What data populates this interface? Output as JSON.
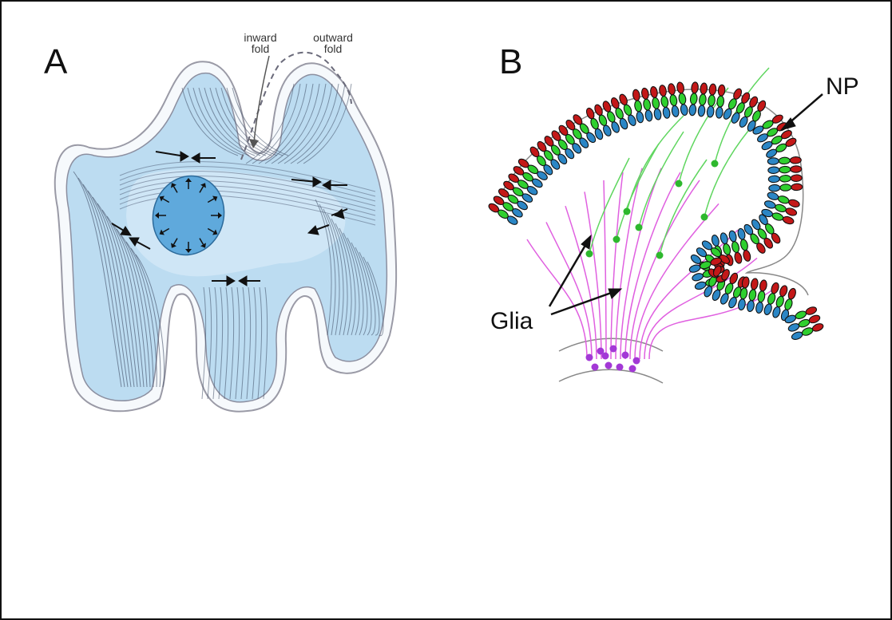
{
  "panel_a": {
    "letter": "A",
    "inward_fold_label": [
      "inward",
      "fold"
    ],
    "outward_fold_label": [
      "outward",
      "fold"
    ]
  },
  "panel_b": {
    "letter": "B",
    "np_label": "NP",
    "glia_label": "Glia"
  },
  "colors": {
    "tissue_fill": "#bcdcf1",
    "core_fill": "#5fa9dc",
    "fiber_stroke": "#3d4a63",
    "outline": "#9a9aa6",
    "blue_cells": "#2b86c5",
    "green_cells": "#2fcf2f",
    "red_cells": "#c31818",
    "glia_green": "#5fd65f",
    "glia_magenta": "#e060e0",
    "purple_cells": "#a338d6"
  }
}
